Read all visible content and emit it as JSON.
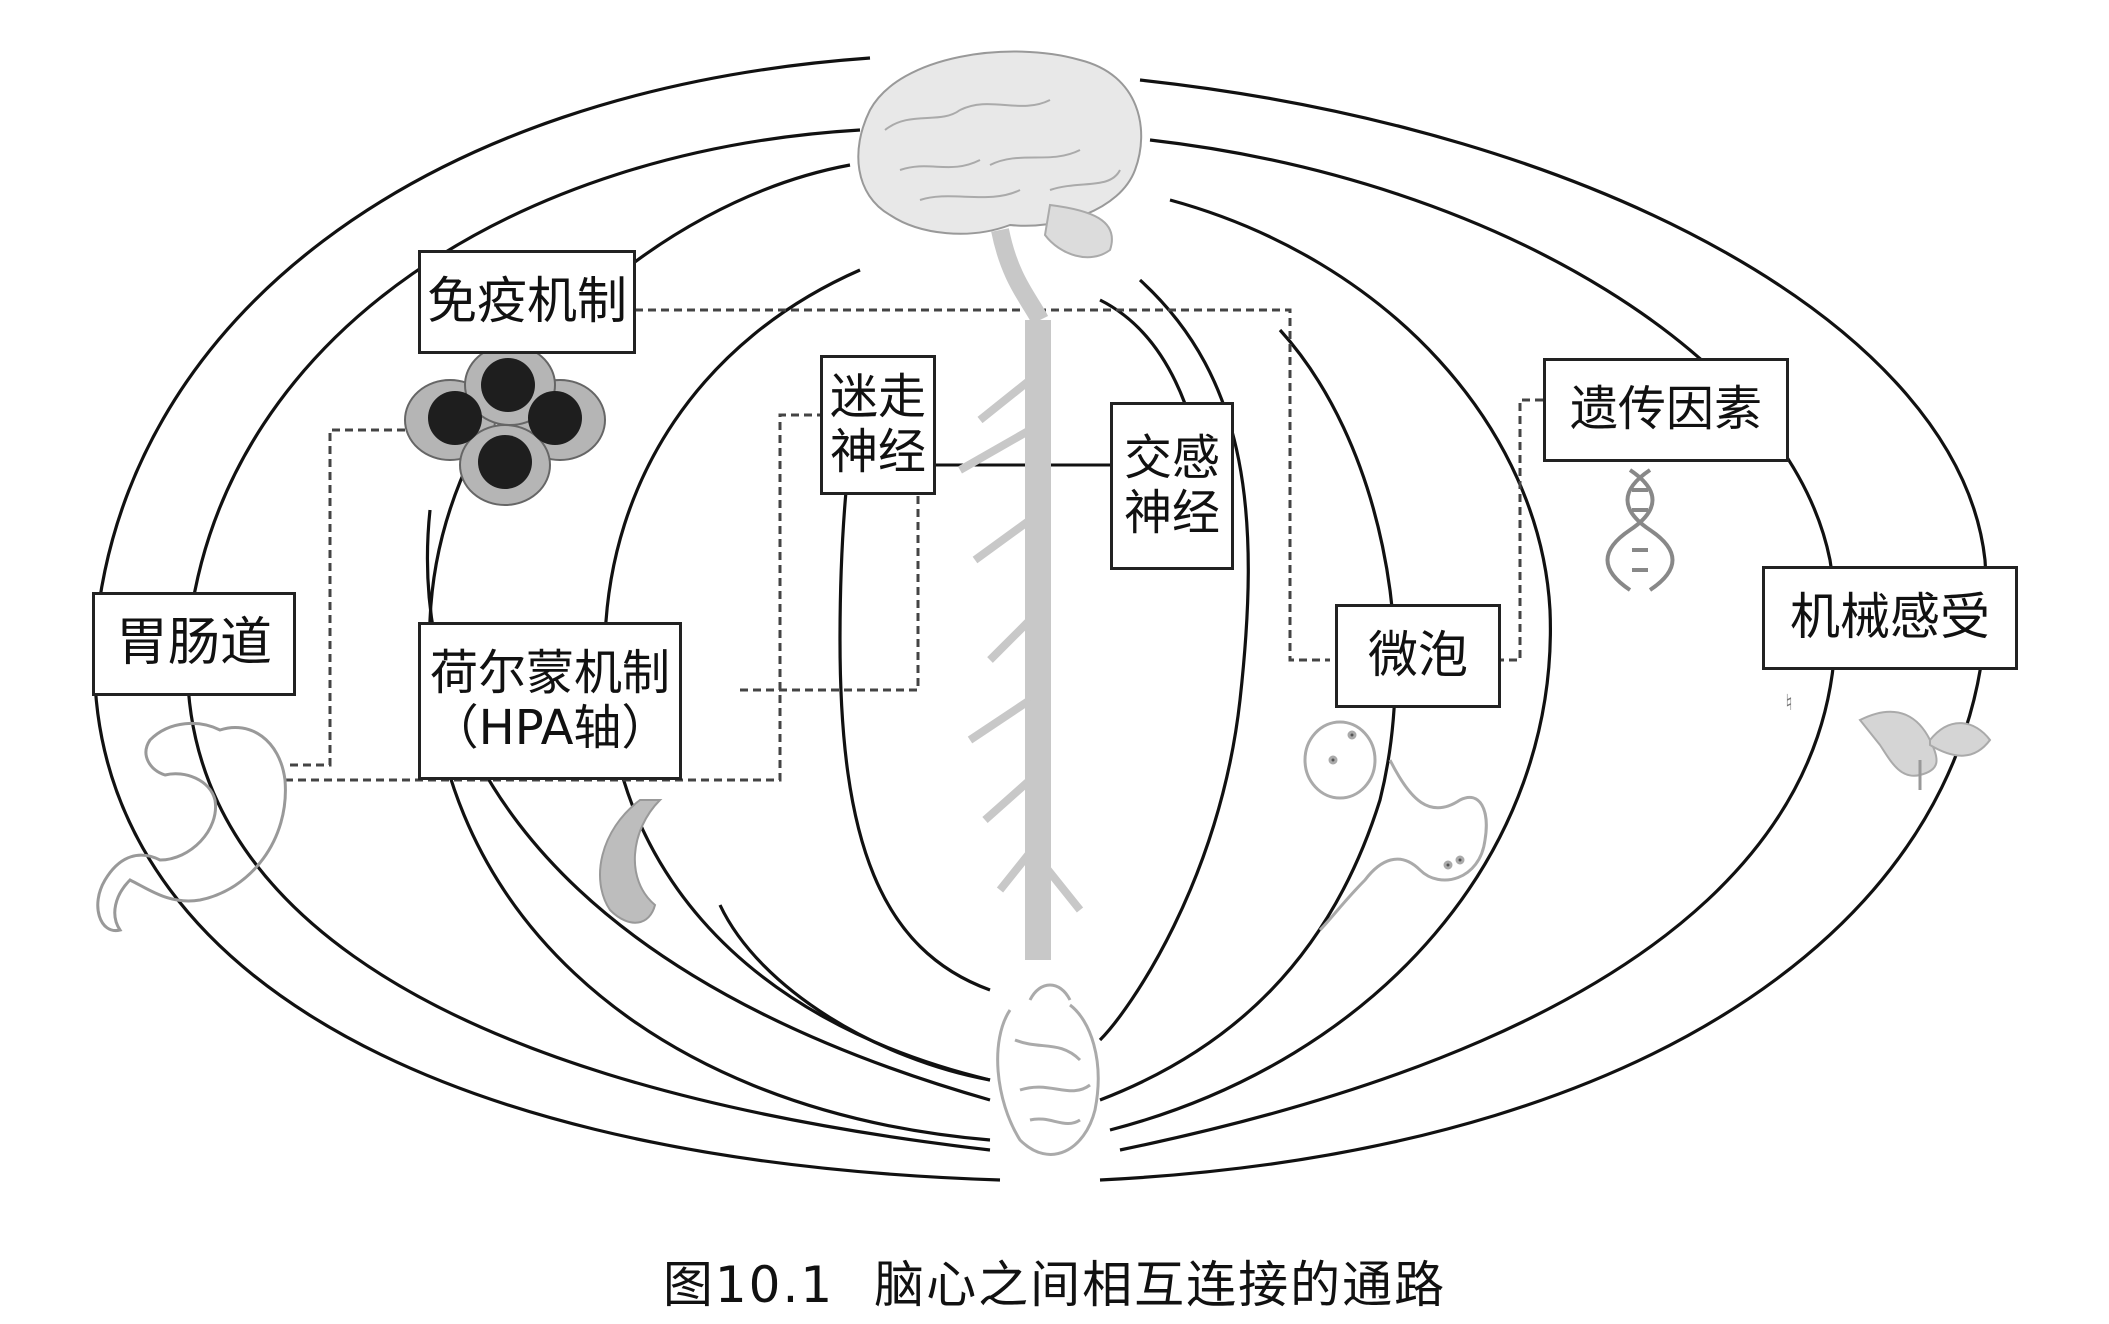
{
  "labels": {
    "gut": "胃肠道",
    "immune": "免疫机制",
    "hormone_line1": "荷尔蒙机制",
    "hormone_line2": "（HPA轴）",
    "vagus_line1": "迷走",
    "vagus_line2": "神经",
    "sympathetic_line1": "交感",
    "sympathetic_line2": "神经",
    "microbes": "微泡",
    "genetics": "遗传因素",
    "mechano": "机械感受"
  },
  "caption": {
    "number": "图10.1",
    "text": "脑心之间相互连接的通路"
  },
  "icons": [
    "brain-icon",
    "spinal-cord-icon",
    "heart-icon",
    "stomach-icon",
    "immune-cells-icon",
    "adrenal-gland-icon",
    "microvesicle-icon",
    "dna-icon",
    "mechanoreceptor-icon"
  ],
  "colors": {
    "line": "#111111",
    "dashed": "#444444",
    "illustration": "#bdbdbd"
  }
}
